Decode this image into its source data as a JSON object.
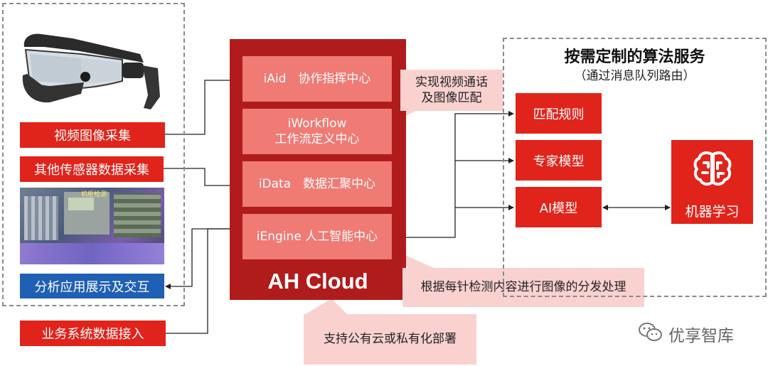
{
  "left_panel": {
    "labels": {
      "video_capture": "视频图像采集",
      "sensor_capture": "其他传感器数据采集",
      "analysis_display": "分析应用展示及交互"
    },
    "photo_overlay_label": "机柜检测"
  },
  "business_input": "业务系统数据接入",
  "cloud": {
    "items": {
      "iaid": "iAid　协作指挥中心",
      "iworkflow_line1": "iWorkflow",
      "iworkflow_line2": "工作流定义中心",
      "idata": "iData　数据汇聚中心",
      "iengine": "iEngine 人工智能中心"
    },
    "title": "AH Cloud"
  },
  "callouts": {
    "video_line1": "实现视频通话",
    "video_line2": "及图像匹配",
    "dispatch": "根据每针检测内容进行图像的分发处理",
    "deploy": "支持公有云或私有化部署"
  },
  "algo": {
    "title": "按需定制的算法服务",
    "subtitle": "（通过消息队列路由）",
    "items": {
      "match_rules": "匹配规则",
      "expert_model": "专家模型",
      "ai_model": "AI模型"
    },
    "ml_label": "机器学习"
  },
  "watermark": "优享智库",
  "colors": {
    "red": "#e0241b",
    "dark_red": "#b01c1c",
    "salmon": "#f07a74",
    "pink": "#f9d2d0",
    "blue": "#1f5fb4",
    "dash_gray": "#8a8a8a"
  },
  "icons": [
    "ar-glasses-image",
    "brain-icon",
    "wechat-icon"
  ]
}
